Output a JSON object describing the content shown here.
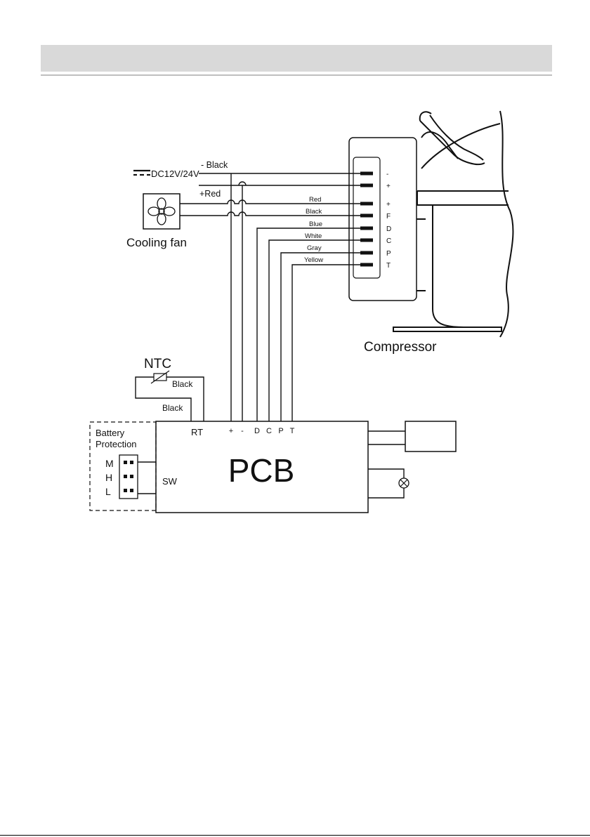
{
  "power": {
    "label": "DC12V/24V",
    "neg_wire": "- Black",
    "pos_wire": "+Red"
  },
  "fan": {
    "label": "Cooling fan"
  },
  "compressor": {
    "label": "Compressor",
    "terminals": [
      "-",
      "+",
      "+",
      "F",
      "D",
      "C",
      "P",
      "T"
    ]
  },
  "wires": [
    {
      "label": "Red"
    },
    {
      "label": "Black"
    },
    {
      "label": "Blue"
    },
    {
      "label": "White"
    },
    {
      "label": "Gray"
    },
    {
      "label": "Yellow"
    }
  ],
  "ntc": {
    "label": "NTC",
    "wire_top": "Black",
    "wire_bottom": "Black"
  },
  "battery": {
    "line1": "Battery",
    "line2": "Protection",
    "levels": [
      "M",
      "H",
      "L"
    ]
  },
  "pcb": {
    "label": "PCB",
    "rt": "RT",
    "sw": "SW",
    "pins": [
      "+",
      "-",
      "D",
      "C",
      "P",
      "T"
    ]
  }
}
